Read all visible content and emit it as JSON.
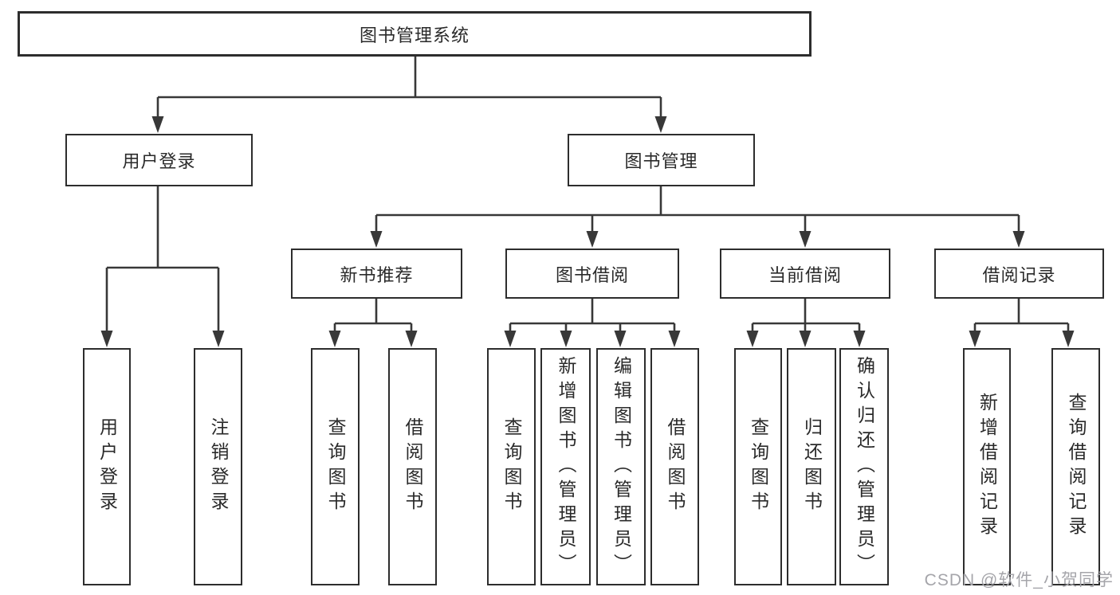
{
  "diagram": {
    "root": {
      "label": "图书管理系统"
    },
    "branches": [
      {
        "label": "用户登录",
        "children": [
          {
            "label": "用户登录"
          },
          {
            "label": "注销登录"
          }
        ]
      },
      {
        "label": "图书管理",
        "children": [
          {
            "label": "新书推荐",
            "children": [
              {
                "label": "查询图书"
              },
              {
                "label": "借阅图书"
              }
            ]
          },
          {
            "label": "图书借阅",
            "children": [
              {
                "label": "查询图书"
              },
              {
                "label": "新增图书（管理员）"
              },
              {
                "label": "编辑图书（管理员）"
              },
              {
                "label": "借阅图书"
              }
            ]
          },
          {
            "label": "当前借阅",
            "children": [
              {
                "label": "查询图书"
              },
              {
                "label": "归还图书"
              },
              {
                "label": "确认归还（管理员）"
              }
            ]
          },
          {
            "label": "借阅记录",
            "children": [
              {
                "label": "新增借阅记录"
              },
              {
                "label": "查询借阅记录"
              }
            ]
          }
        ]
      }
    ]
  },
  "watermark": {
    "text": "CSDN @软件_小贺同学"
  },
  "colors": {
    "line": "#383838",
    "box_border": "#2d2d2d",
    "box_fill": "#ffffff",
    "text": "#2a2a2a",
    "watermark": "#a5a5aa",
    "background": "#ffffff"
  }
}
